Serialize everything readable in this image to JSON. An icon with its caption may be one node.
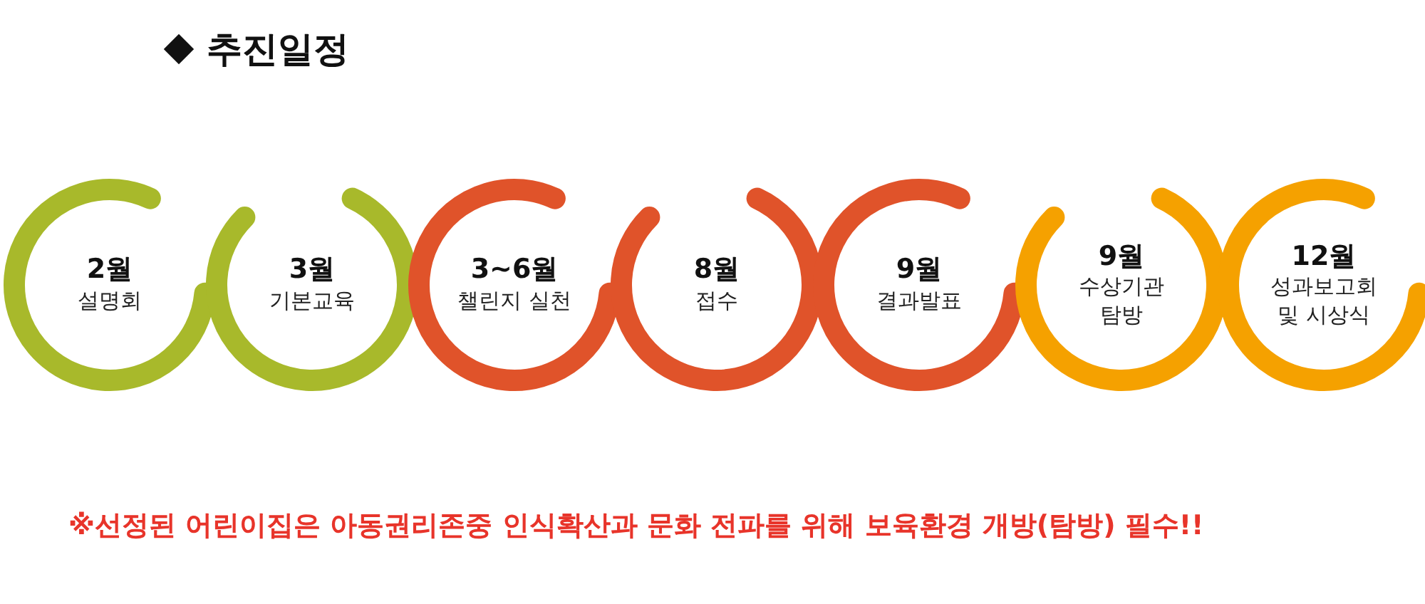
{
  "diagram": {
    "title": "추진일정",
    "caption": "※선정된 어린이집은 아동권리존중 인식확산과 문화 전파를 위해 보육환경 개방(탐방) 필수!!",
    "nodes": [
      {
        "text": [
          "2월",
          "설명회"
        ]
      },
      {
        "text": [
          "3월",
          "기본교육"
        ]
      },
      {
        "text": [
          "3~6월",
          "챌린지 실천"
        ]
      },
      {
        "text": [
          "8월",
          "접수"
        ]
      },
      {
        "text": [
          "9월",
          "결과발표"
        ]
      },
      {
        "text": [
          "9월",
          "수상기관 탐방"
        ]
      },
      {
        "text": [
          "12월",
          "성과보고회 및 시상식"
        ]
      }
    ]
  }
}
